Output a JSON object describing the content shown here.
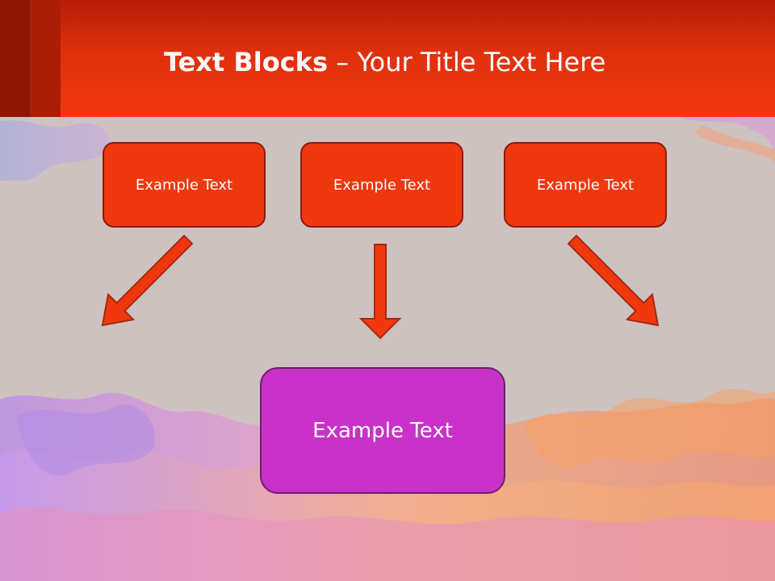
{
  "title": {
    "bold_part": "Text Blocks",
    "separator": " – ",
    "regular_part": "Your Title Text Here"
  },
  "top_boxes": [
    {
      "label": "Example Text"
    },
    {
      "label": "Example Text"
    },
    {
      "label": "Example Text"
    }
  ],
  "bottom_box": {
    "label": "Example Text"
  },
  "colors": {
    "header": "#f0380f",
    "top_box": "#f0380f",
    "top_box_border": "#8a1c0c",
    "bottom_box": "#c832c8",
    "arrow": "#f0380f",
    "arrow_border": "#a52a0e"
  }
}
